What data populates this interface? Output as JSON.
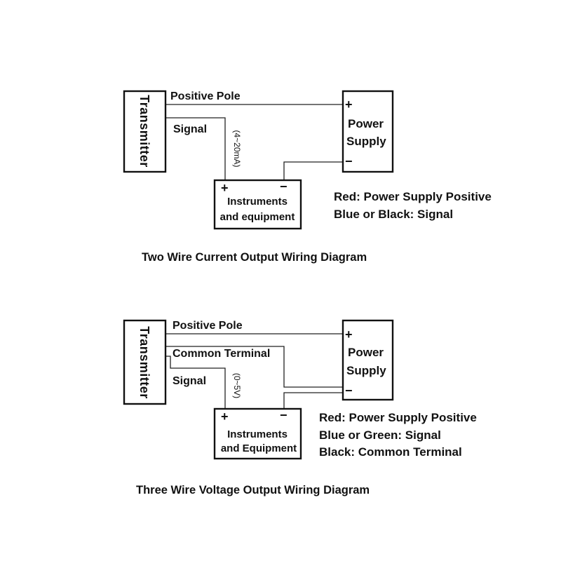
{
  "two_wire": {
    "transmitter": "Transmitter",
    "positive_pole": "Positive Pole",
    "signal": "Signal",
    "range": "(4~20mA)",
    "power_supply_line1": "Power",
    "power_supply_line2": "Supply",
    "plus": "+",
    "minus": "−",
    "instruments_line1": "Instruments",
    "instruments_line2": "and equipment",
    "legend": [
      "Red: Power Supply Positive",
      "Blue or Black: Signal"
    ],
    "title": "Two Wire Current Output Wiring Diagram"
  },
  "three_wire": {
    "transmitter": "Transmitter",
    "positive_pole": "Positive Pole",
    "common_terminal": "Common Terminal",
    "signal": "Signal",
    "range": "(0~5V)",
    "power_supply_line1": "Power",
    "power_supply_line2": "Supply",
    "plus": "+",
    "minus": "−",
    "instruments_line1": "Instruments",
    "instruments_line2": "and Equipment",
    "legend": [
      "Red: Power Supply Positive",
      "Blue or Green: Signal",
      "Black: Common Terminal"
    ],
    "title": "Three Wire Voltage Output Wiring Diagram"
  }
}
